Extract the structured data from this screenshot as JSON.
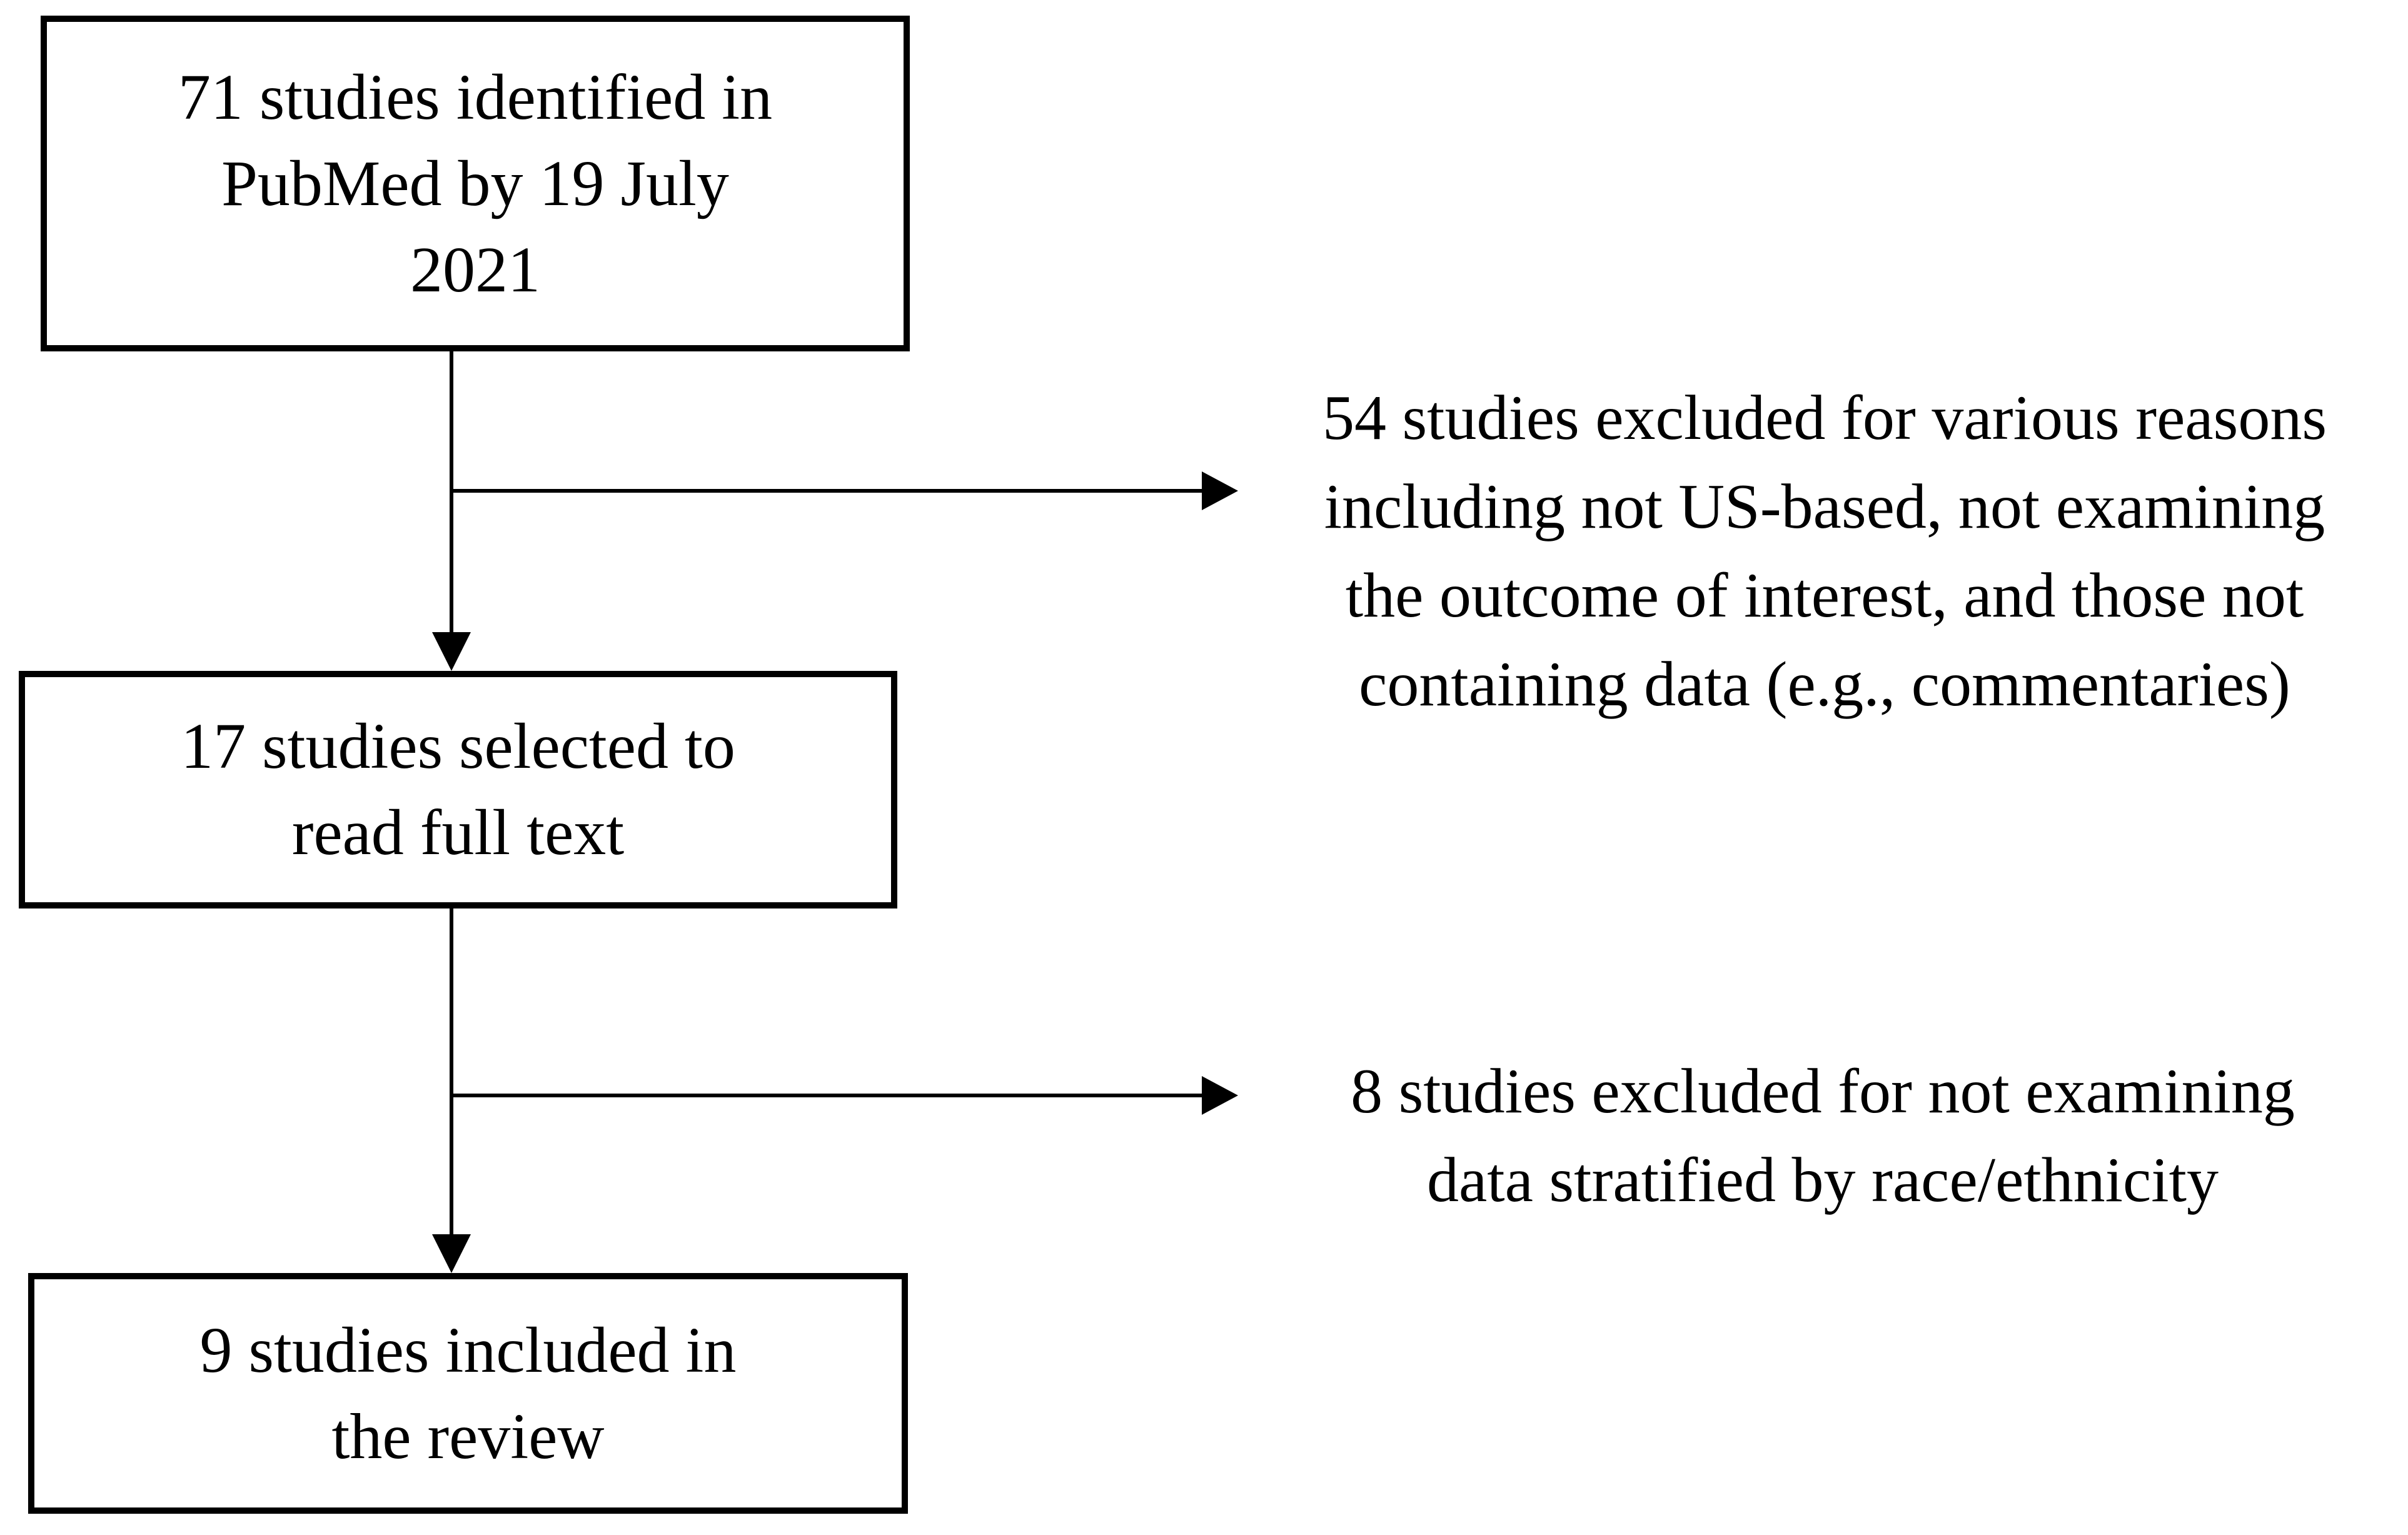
{
  "flowchart": {
    "background_color": "#ffffff",
    "line_color": "#000000",
    "text_color": "#000000",
    "boxes": [
      {
        "id": "identified",
        "text": "71 studies identified in\nPubMed by 19 July\n2021"
      },
      {
        "id": "full-text",
        "text": "17 studies selected to\nread full text"
      },
      {
        "id": "included",
        "text": "9 studies included in\nthe review"
      }
    ],
    "exclusion_notes": [
      {
        "id": "screening-exclusions",
        "text": "54 studies excluded for various reasons\nincluding not US-based, not examining\nthe outcome of interest, and those not\ncontaining data (e.g., commentaries)"
      },
      {
        "id": "full-text-exclusions",
        "text": "8 studies excluded for not examining\ndata stratified by race/ethnicity"
      }
    ]
  }
}
